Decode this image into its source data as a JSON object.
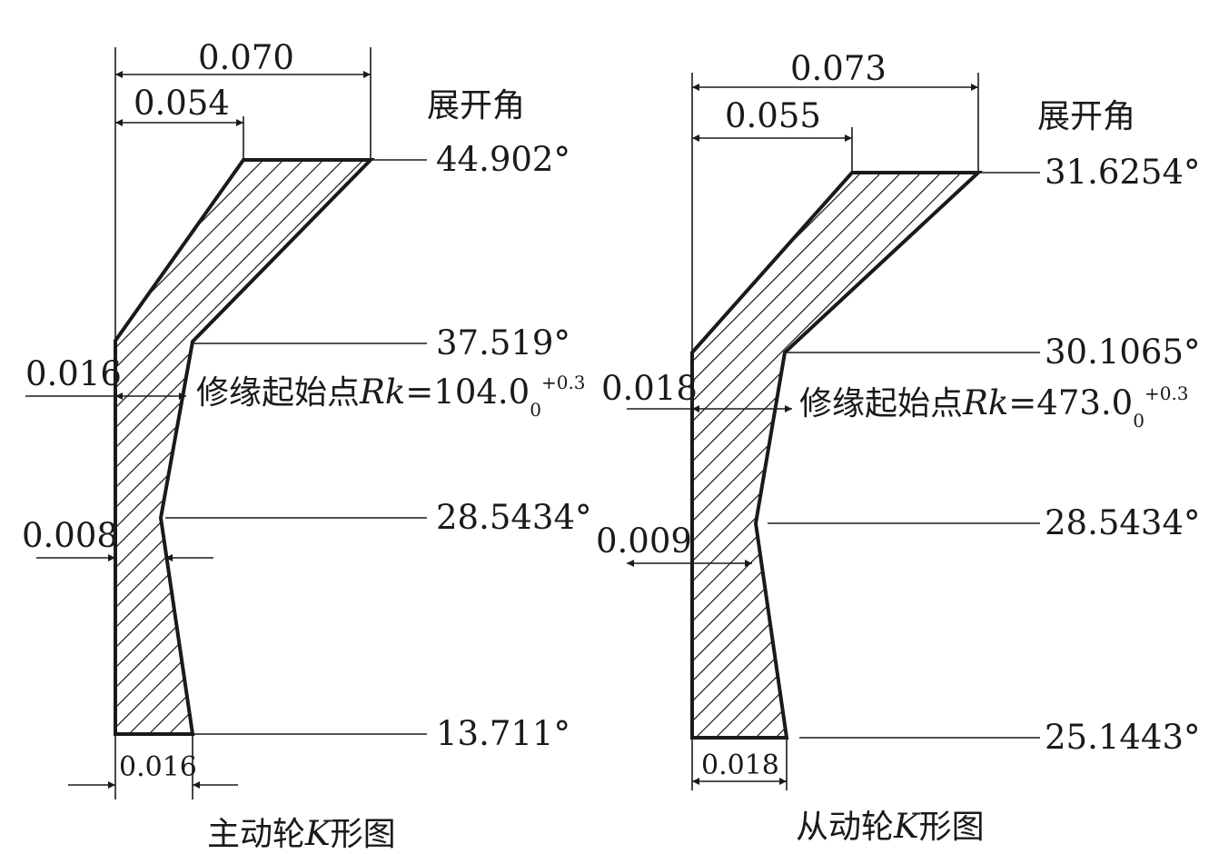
{
  "left": {
    "dim_top_wide": "0.070",
    "dim_top_narrow": "0.054",
    "header": "展开角",
    "angle_1": "44.902°",
    "angle_2": "37.519°",
    "angle_3": "28.5434°",
    "angle_4": "13.711°",
    "dim_left_1": "0.016",
    "dim_left_2": "0.008",
    "dim_bottom": "0.016",
    "rk_label": "修缘起始点",
    "rk_symbol": "Rk",
    "rk_value": "=104.0",
    "rk_sub": "0",
    "rk_sup": "+0.3",
    "caption_prefix": "主动轮",
    "caption_k": "K",
    "caption_suffix": "形图"
  },
  "right": {
    "dim_top_wide": "0.073",
    "dim_top_narrow": "0.055",
    "header": "展开角",
    "angle_1": "31.6254°",
    "angle_2": "30.1065°",
    "angle_3": "28.5434°",
    "angle_4": "25.1443°",
    "dim_left_1": "0.018",
    "dim_left_2": "0.009",
    "dim_bottom": "0.018",
    "rk_label": "修缘起始点",
    "rk_symbol": "Rk",
    "rk_value": "=473.0",
    "rk_sub": "0",
    "rk_sup": "+0.3",
    "caption_prefix": "从动轮",
    "caption_k": "K",
    "caption_suffix": "形图"
  }
}
